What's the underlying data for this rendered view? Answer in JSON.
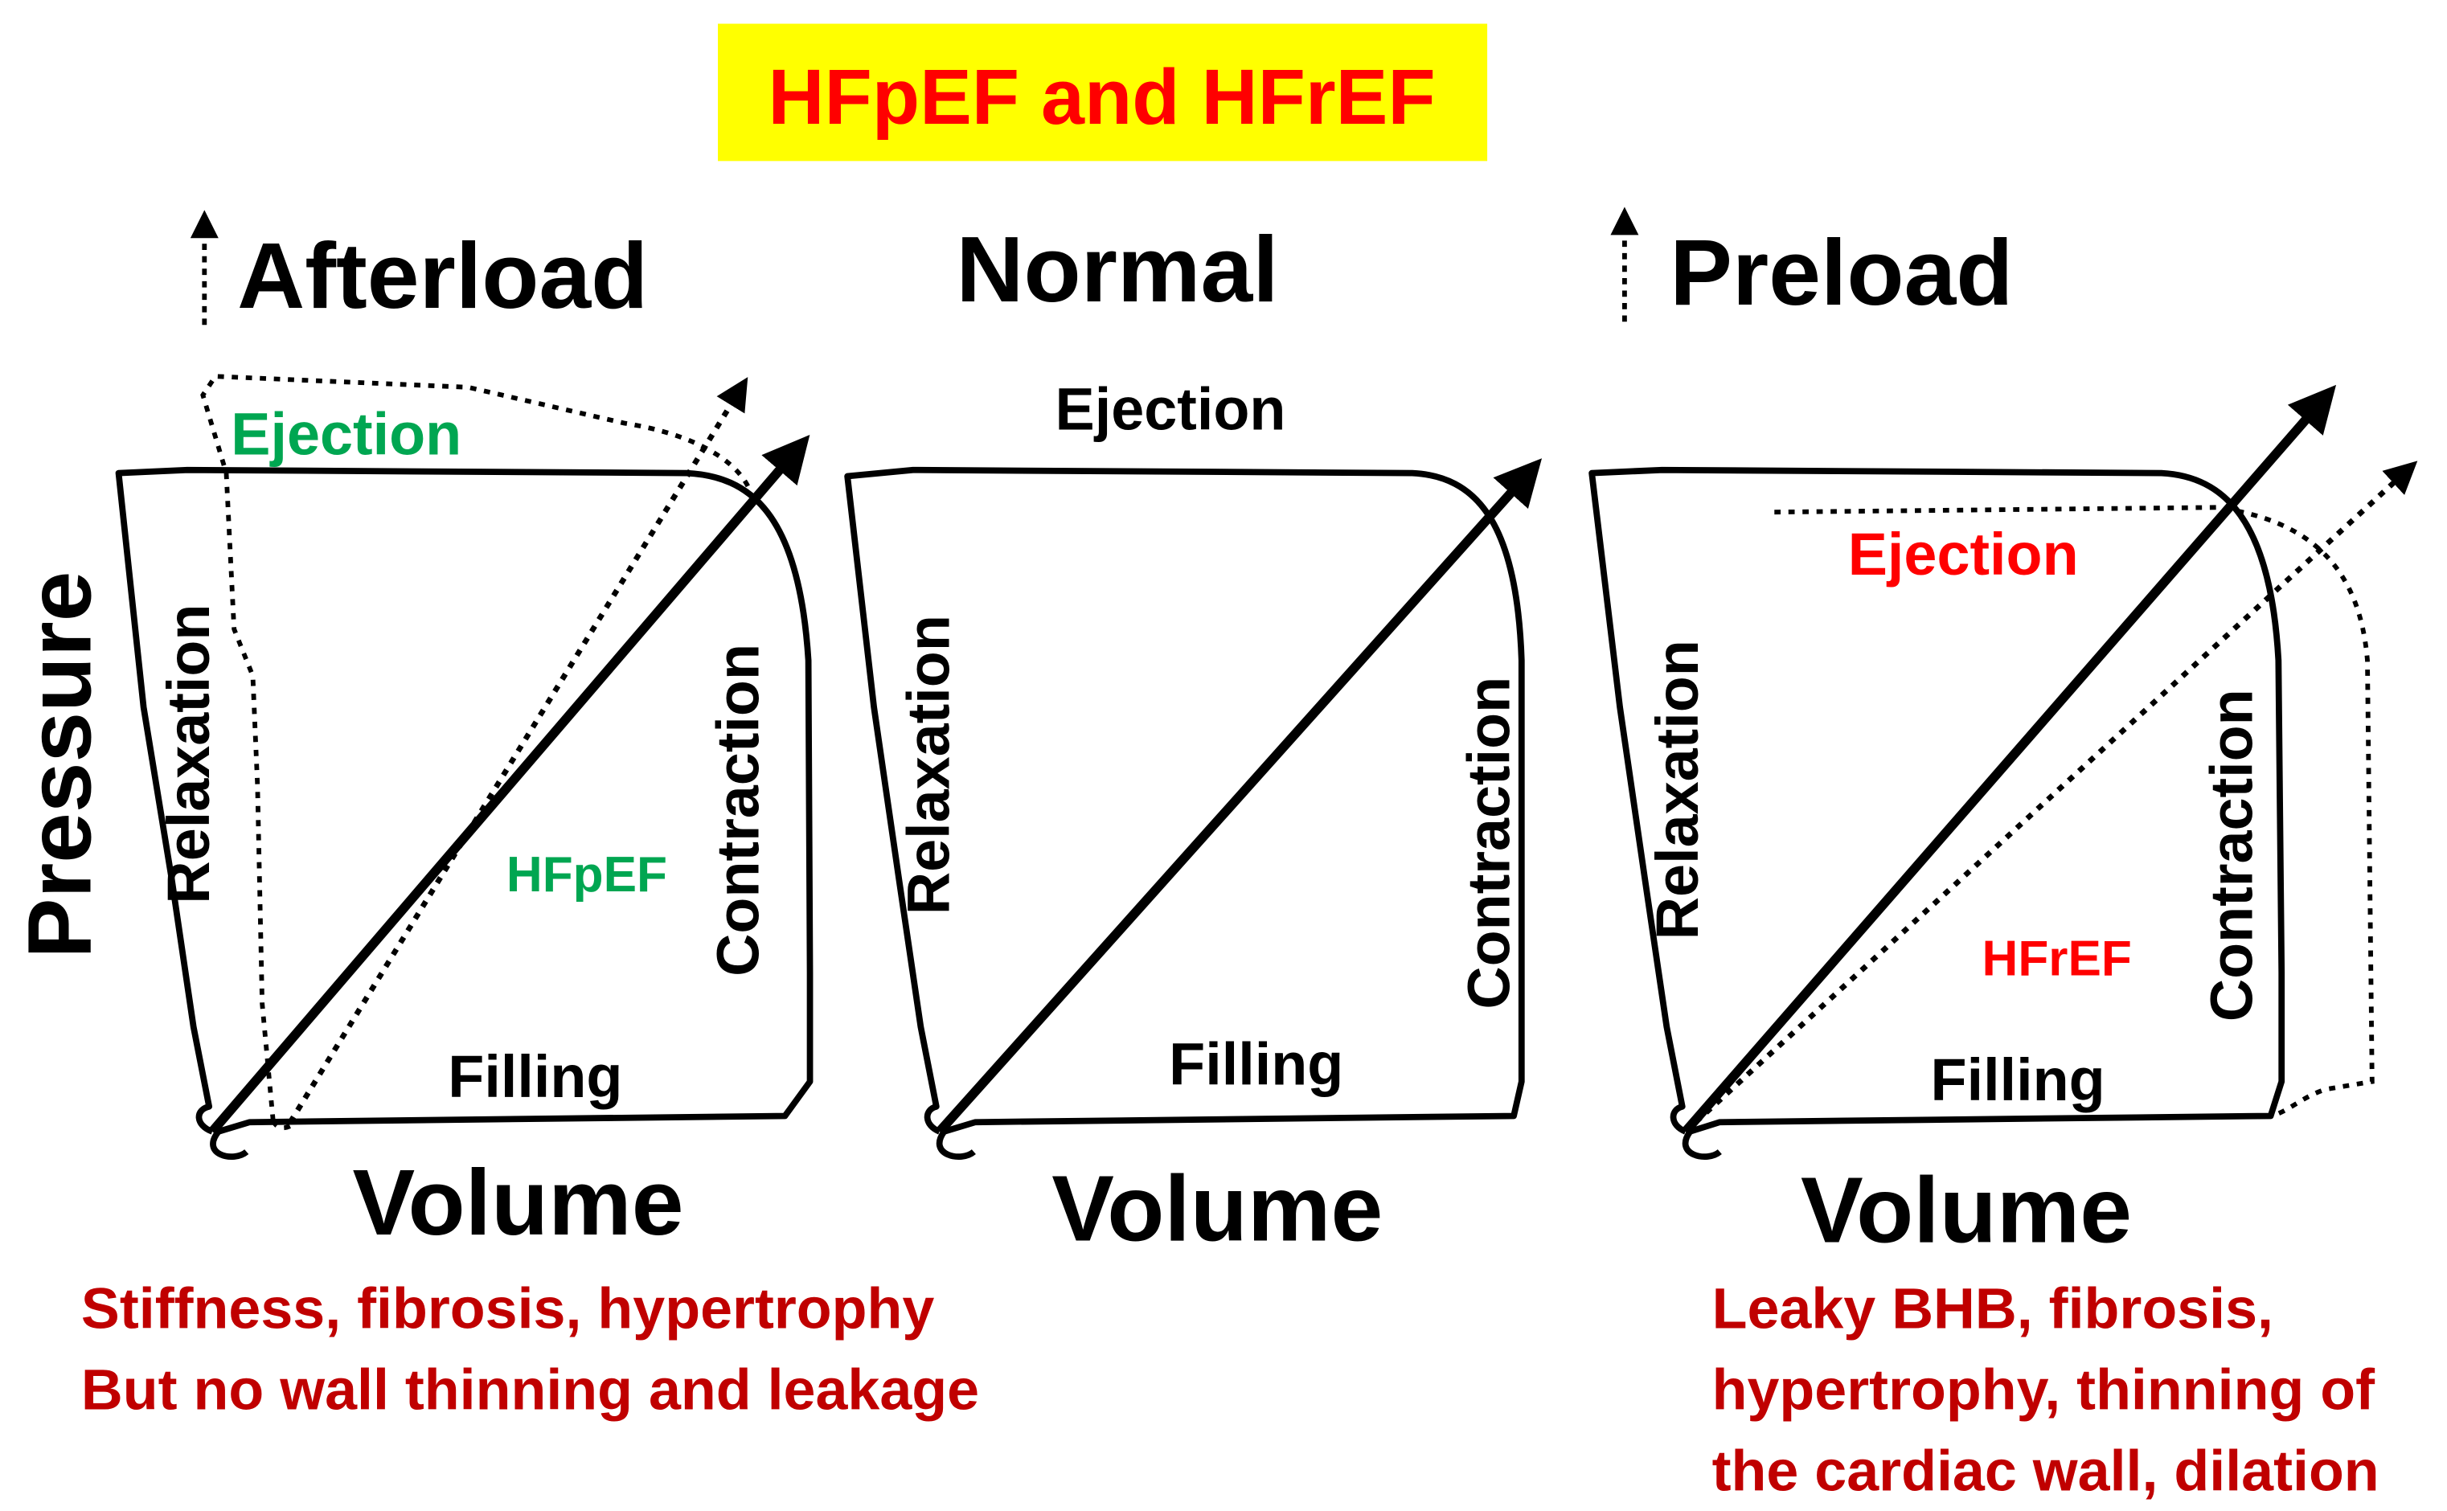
{
  "title": "HFpEF and HFrEF",
  "colors": {
    "title_bg": "#ffff00",
    "title_text": "#ff0000",
    "black": "#000000",
    "green": "#00a651",
    "red": "#ff0000",
    "dark_red": "#c00000"
  },
  "y_axis_label": "Pressure",
  "panels": [
    {
      "heading": "Afterload",
      "heading_arrow": "up-dotted-arrow",
      "ejection": "Ejection",
      "relaxation": "Relaxation",
      "contraction": "Contraction",
      "filling": "Filling",
      "volume": "Volume",
      "condition": "HFpEF"
    },
    {
      "heading": "Normal",
      "ejection": "Ejection",
      "relaxation": "Relaxation",
      "contraction": "Contraction",
      "filling": "Filling",
      "volume": "Volume"
    },
    {
      "heading": "Preload",
      "heading_arrow": "up-dotted-arrow",
      "ejection": "Ejection",
      "relaxation": "Relaxation",
      "contraction": "Contraction",
      "filling": "Filling",
      "volume": "Volume",
      "condition": "HFrEF"
    }
  ],
  "notes": {
    "left": [
      "Stiffness, fibrosis, hypertrophy",
      "But no wall thinning and leakage"
    ],
    "right": [
      "Leaky BHB, fibrosis,",
      "hypertrophy, thinning of",
      "the cardiac wall, dilation"
    ]
  }
}
